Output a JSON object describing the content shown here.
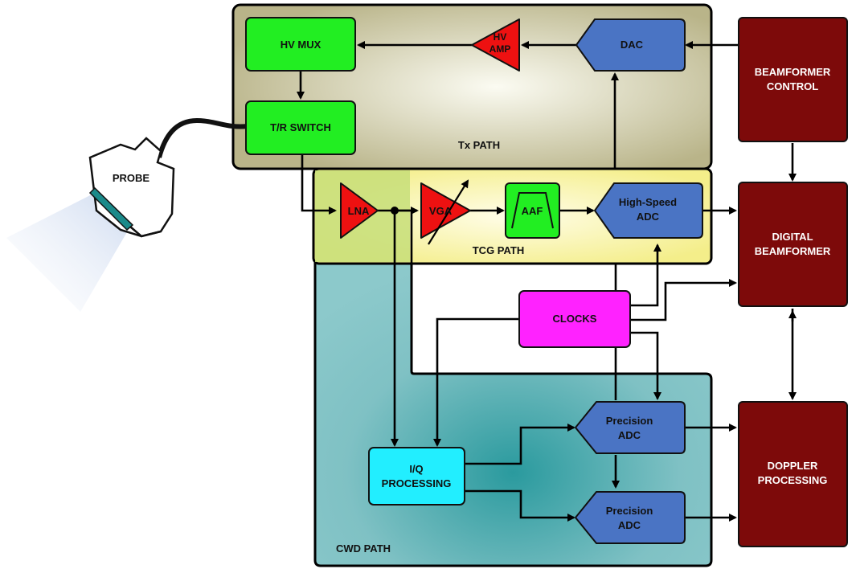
{
  "regions": {
    "tx": "Tx PATH",
    "tcg": "TCG PATH",
    "cwd": "CWD PATH"
  },
  "blocks": {
    "probe": "PROBE",
    "hv_mux": "HV MUX",
    "tr_switch": "T/R SWITCH",
    "hv_amp": [
      "HV",
      "AMP"
    ],
    "dac": "DAC",
    "lna": "LNA",
    "vga": "VGA",
    "aaf": "AAF",
    "hs_adc": [
      "High-Speed",
      "ADC"
    ],
    "clocks": "CLOCKS",
    "iq": [
      "I/Q",
      "PROCESSING"
    ],
    "prec_adc_1": [
      "Precision",
      "ADC"
    ],
    "prec_adc_2": [
      "Precision",
      "ADC"
    ],
    "beamformer_control": [
      "BEAMFORMER",
      "CONTROL"
    ],
    "digital_beamformer": [
      "DIGITAL",
      "BEAMFORMER"
    ],
    "doppler": [
      "DOPPLER",
      "PROCESSING"
    ]
  },
  "colors": {
    "tx_region": "#c9c59a",
    "tcg_region": "#fbf7a6",
    "cwd_region": "#7fc1c4",
    "green_block": "#22ee22",
    "red_amp": "#ee1111",
    "blue_adc": "#4a74c4",
    "magenta": "#ff22ff",
    "cyan": "#22eeff",
    "dark_red": "#7d0a0a"
  }
}
